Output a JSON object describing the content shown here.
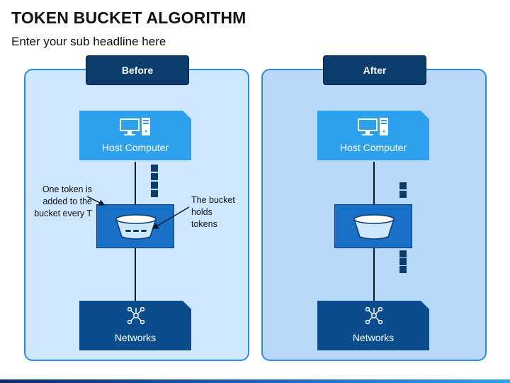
{
  "header": {
    "title": "TOKEN BUCKET ALGORITHM",
    "subtitle": "Enter your sub headline here"
  },
  "before": {
    "tag": "Before",
    "host_label": "Host Computer",
    "network_label": "Networks",
    "note_left": "One token is added to the bucket every T",
    "note_right": "The bucket holds tokens",
    "tokens_above_bucket": 4,
    "tokens_in_bucket": 3
  },
  "after": {
    "tag": "After",
    "host_label": "Host Computer",
    "network_label": "Networks",
    "tokens_above_bucket": 2,
    "tokens_below_bucket": 3
  },
  "colors": {
    "dark_navy": "#0b3c6b",
    "host_blue": "#2da0ee",
    "network_blue": "#0b4d8c",
    "bucket_box_blue": "#1a6fc7",
    "panel_before": "#cfe6ff",
    "panel_after": "#b9d9fb",
    "panel_border": "#2b8ae6"
  },
  "icons": [
    "desktop-computer-icon",
    "network-nodes-icon",
    "bucket-icon"
  ]
}
